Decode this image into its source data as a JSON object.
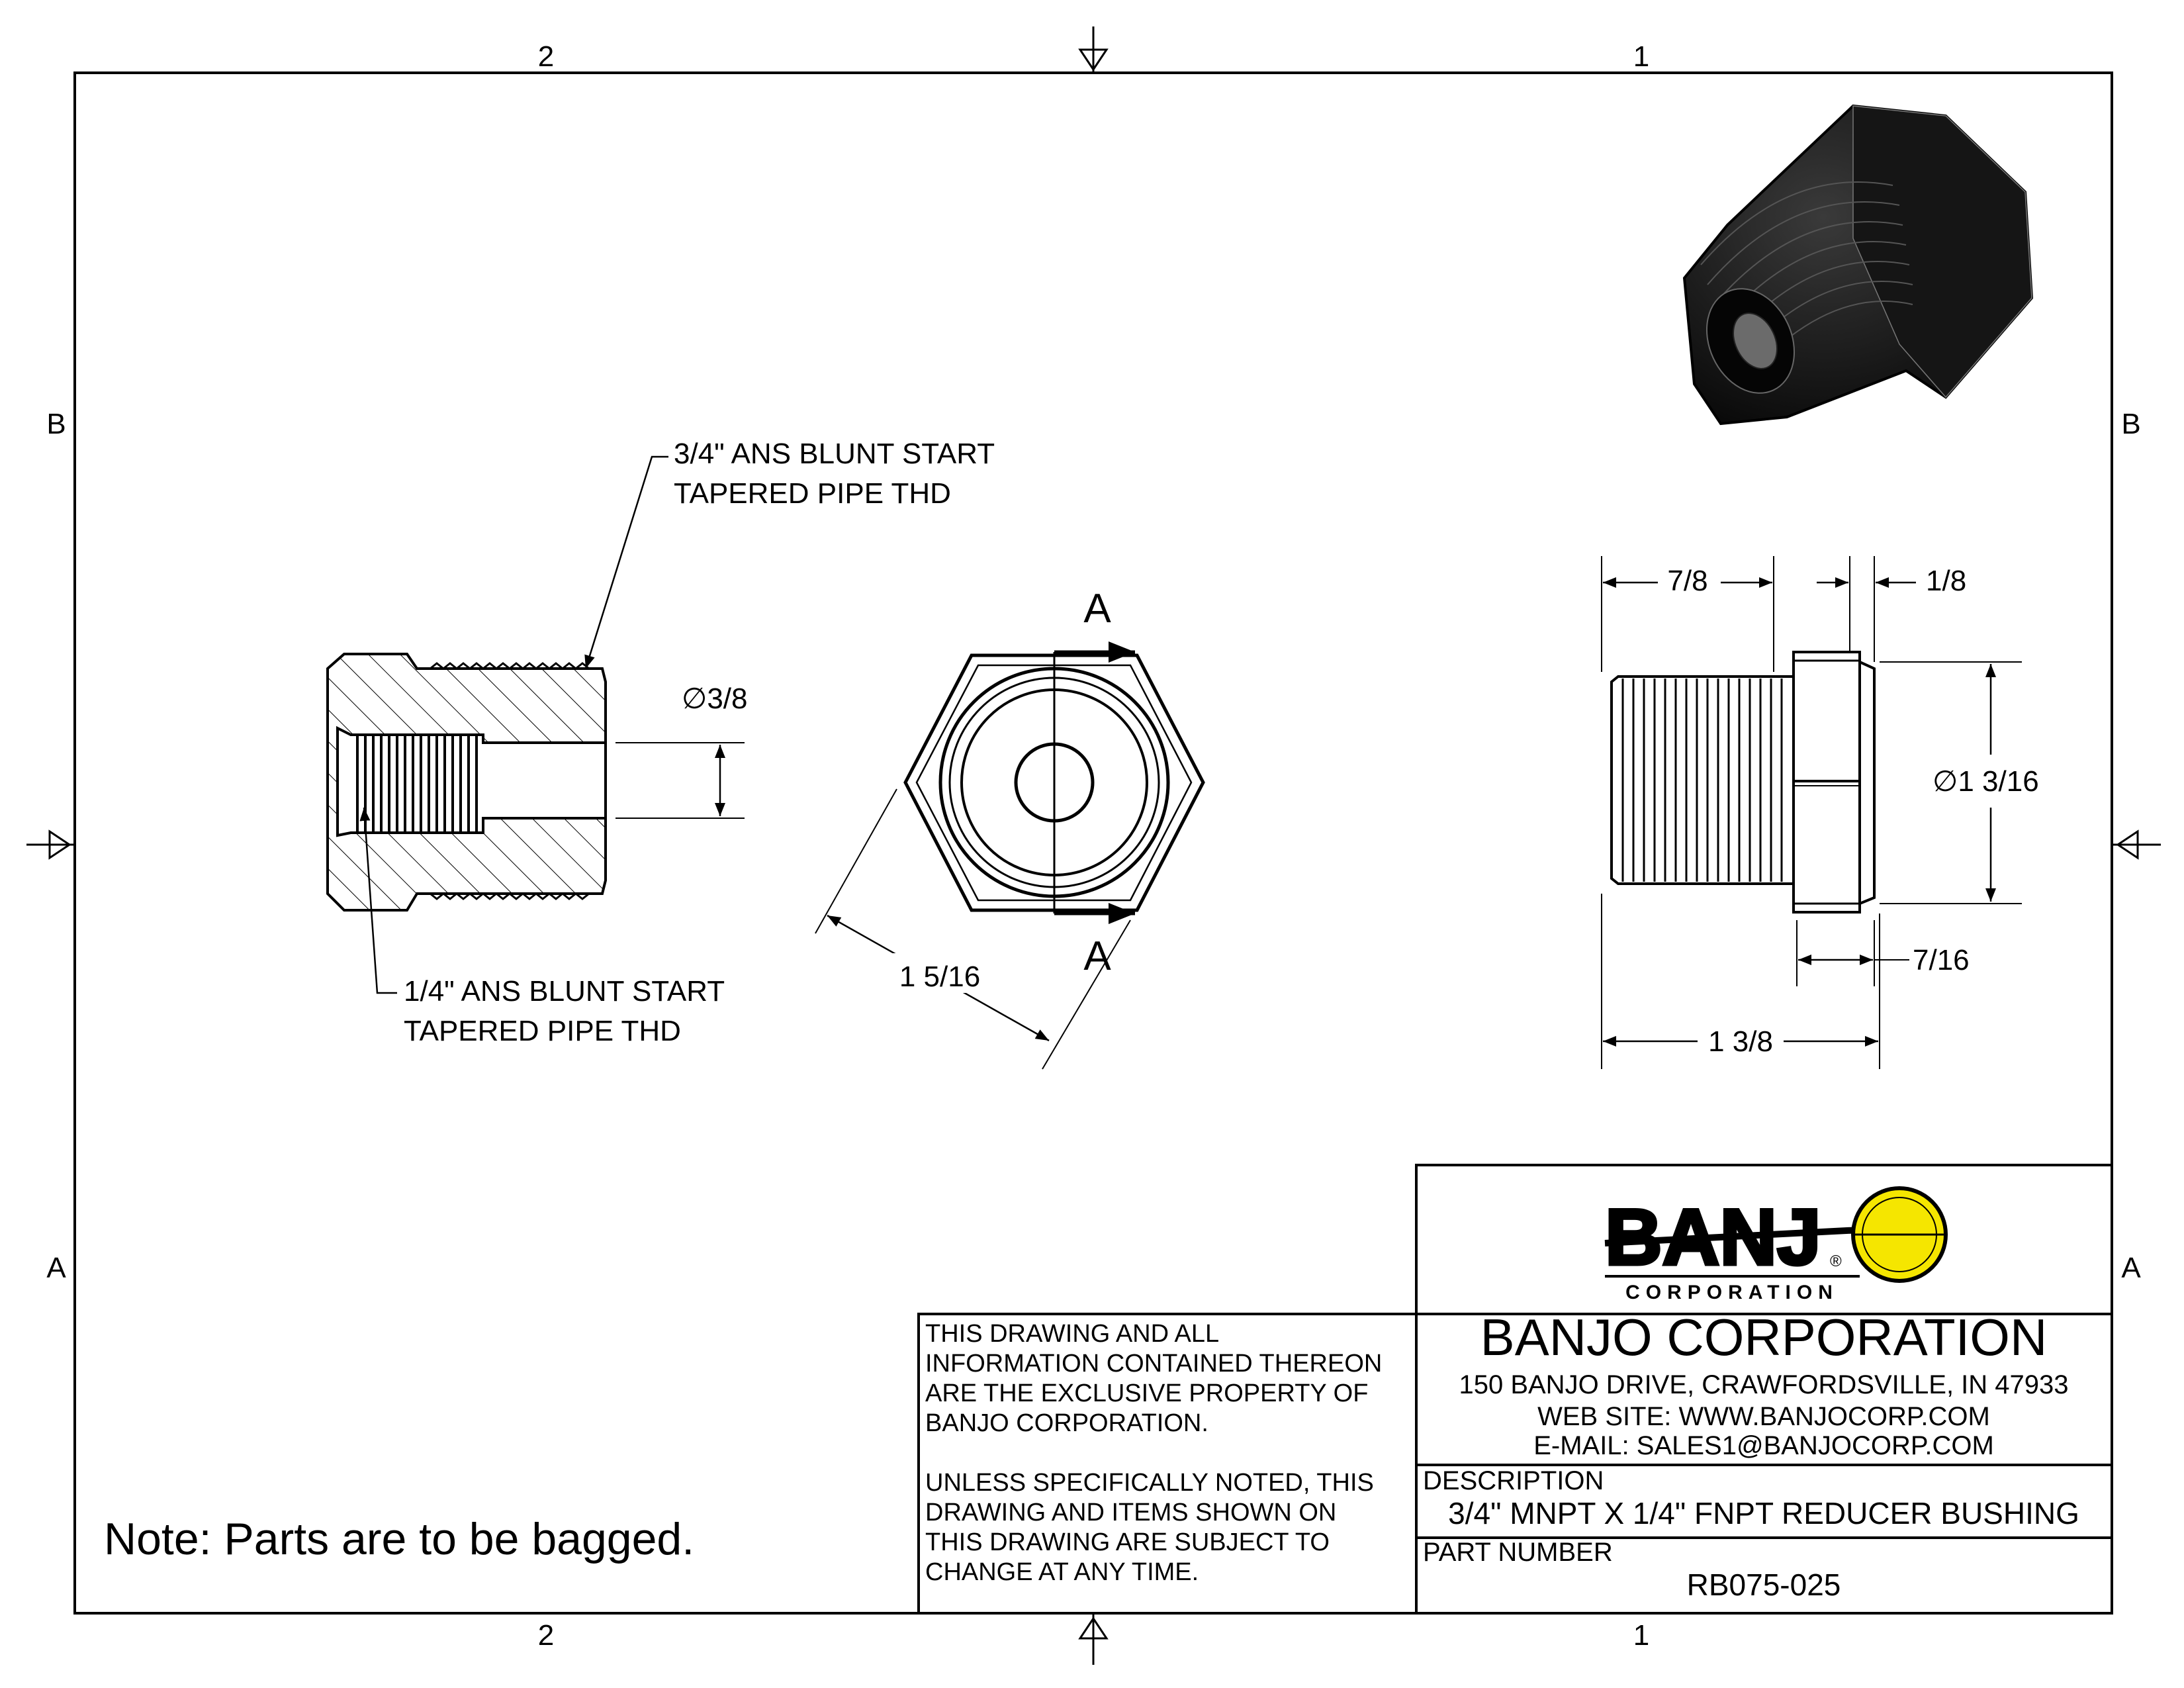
{
  "zones": {
    "top": [
      "2",
      "1"
    ],
    "bottom": [
      "2",
      "1"
    ],
    "left": [
      "B",
      "A"
    ],
    "right": [
      "B",
      "A"
    ]
  },
  "callouts": {
    "thread_major_1": "3/4\" ANS BLUNT START",
    "thread_major_2": "TAPERED PIPE THD",
    "thread_minor_1": "1/4\" ANS BLUNT START",
    "thread_minor_2": "TAPERED PIPE THD"
  },
  "dimensions": {
    "bore_dia": "∅3/8",
    "hex_across": "1 5/16",
    "thread_length": "7/8",
    "flange_gap": "1/8",
    "hex_dia": "∅1 3/16",
    "hex_width": "7/16",
    "overall_length": "1 3/8"
  },
  "section_marks": {
    "top": "A",
    "bottom": "A"
  },
  "note": "Note: Parts are to be bagged.",
  "disclaimer": [
    "THIS DRAWING AND ALL",
    "INFORMATION CONTAINED THEREON",
    "ARE THE EXCLUSIVE PROPERTY OF",
    "BANJO CORPORATION.",
    "",
    "UNLESS SPECIFICALLY NOTED, THIS",
    "DRAWING AND ITEMS SHOWN ON",
    "THIS DRAWING ARE SUBJECT TO",
    "CHANGE AT ANY TIME."
  ],
  "title_block": {
    "logo_text": "BANJ",
    "logo_sub": "CORPORATION",
    "logo_mark": "®",
    "company": "BANJO CORPORATION",
    "address": "150 BANJO DRIVE, CRAWFORDSVILLE, IN 47933",
    "website": "WEB SITE: WWW.BANJOCORP.COM",
    "email": "E-MAIL: SALES1@BANJOCORP.COM",
    "description_label": "DESCRIPTION",
    "description": "3/4\" MNPT X 1/4\" FNPT REDUCER BUSHING",
    "part_number_label": "PART NUMBER",
    "part_number": "RB075-025"
  },
  "colors": {
    "logo_yellow": "#f5e600",
    "line": "#000000",
    "render": "#1a1a1a"
  }
}
